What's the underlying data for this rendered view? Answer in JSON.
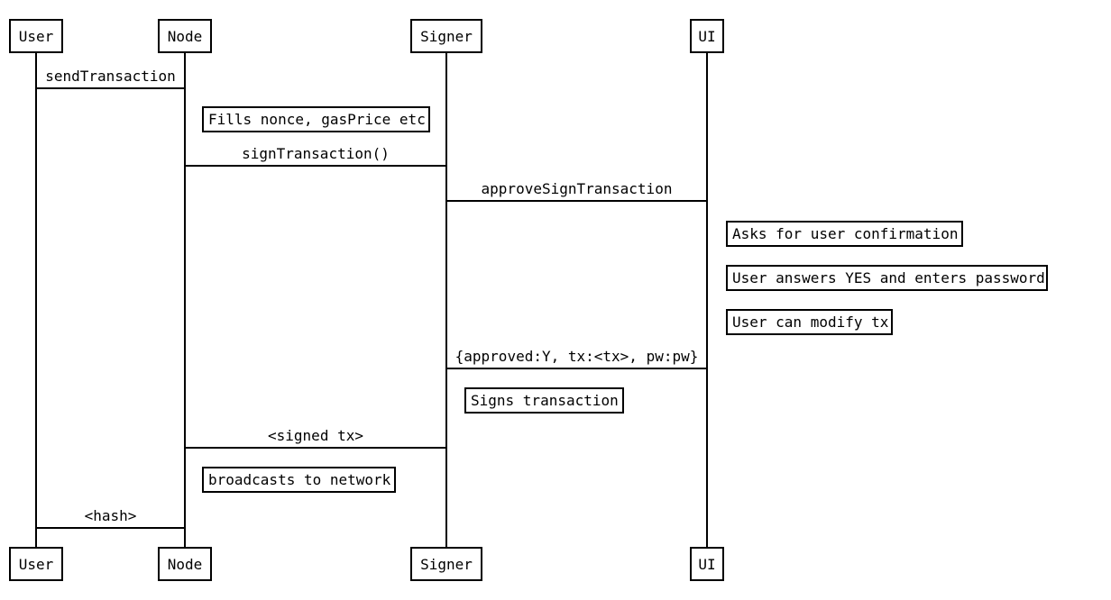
{
  "diagram": {
    "title": "transaction signing sequence diagram",
    "colors": {
      "background": "#ffffff",
      "stroke": "#000000",
      "text": "#000000"
    },
    "actors": [
      {
        "id": "user",
        "label": "User"
      },
      {
        "id": "node",
        "label": "Node"
      },
      {
        "id": "signer",
        "label": "Signer"
      },
      {
        "id": "ui",
        "label": "UI"
      }
    ],
    "messages": [
      {
        "from": "User",
        "to": "Node",
        "label": "sendTransaction"
      },
      {
        "from": "Node",
        "to": "Signer",
        "label": "signTransaction()"
      },
      {
        "from": "Signer",
        "to": "UI",
        "label": "approveSignTransaction"
      },
      {
        "from": "UI",
        "to": "Signer",
        "label": "{approved:Y, tx:<tx>, pw:pw}"
      },
      {
        "from": "Signer",
        "to": "Node",
        "label": "<signed tx>"
      },
      {
        "from": "Node",
        "to": "User",
        "label": "<hash>"
      }
    ],
    "notes": [
      {
        "actor": "Node",
        "label": "Fills nonce, gasPrice etc"
      },
      {
        "actor": "UI",
        "label": "Asks for user confirmation"
      },
      {
        "actor": "UI",
        "label": "User answers YES and enters password"
      },
      {
        "actor": "UI",
        "label": "User can modify tx"
      },
      {
        "actor": "Signer",
        "label": "Signs transaction"
      },
      {
        "actor": "Node",
        "label": "broadcasts to network"
      }
    ]
  }
}
